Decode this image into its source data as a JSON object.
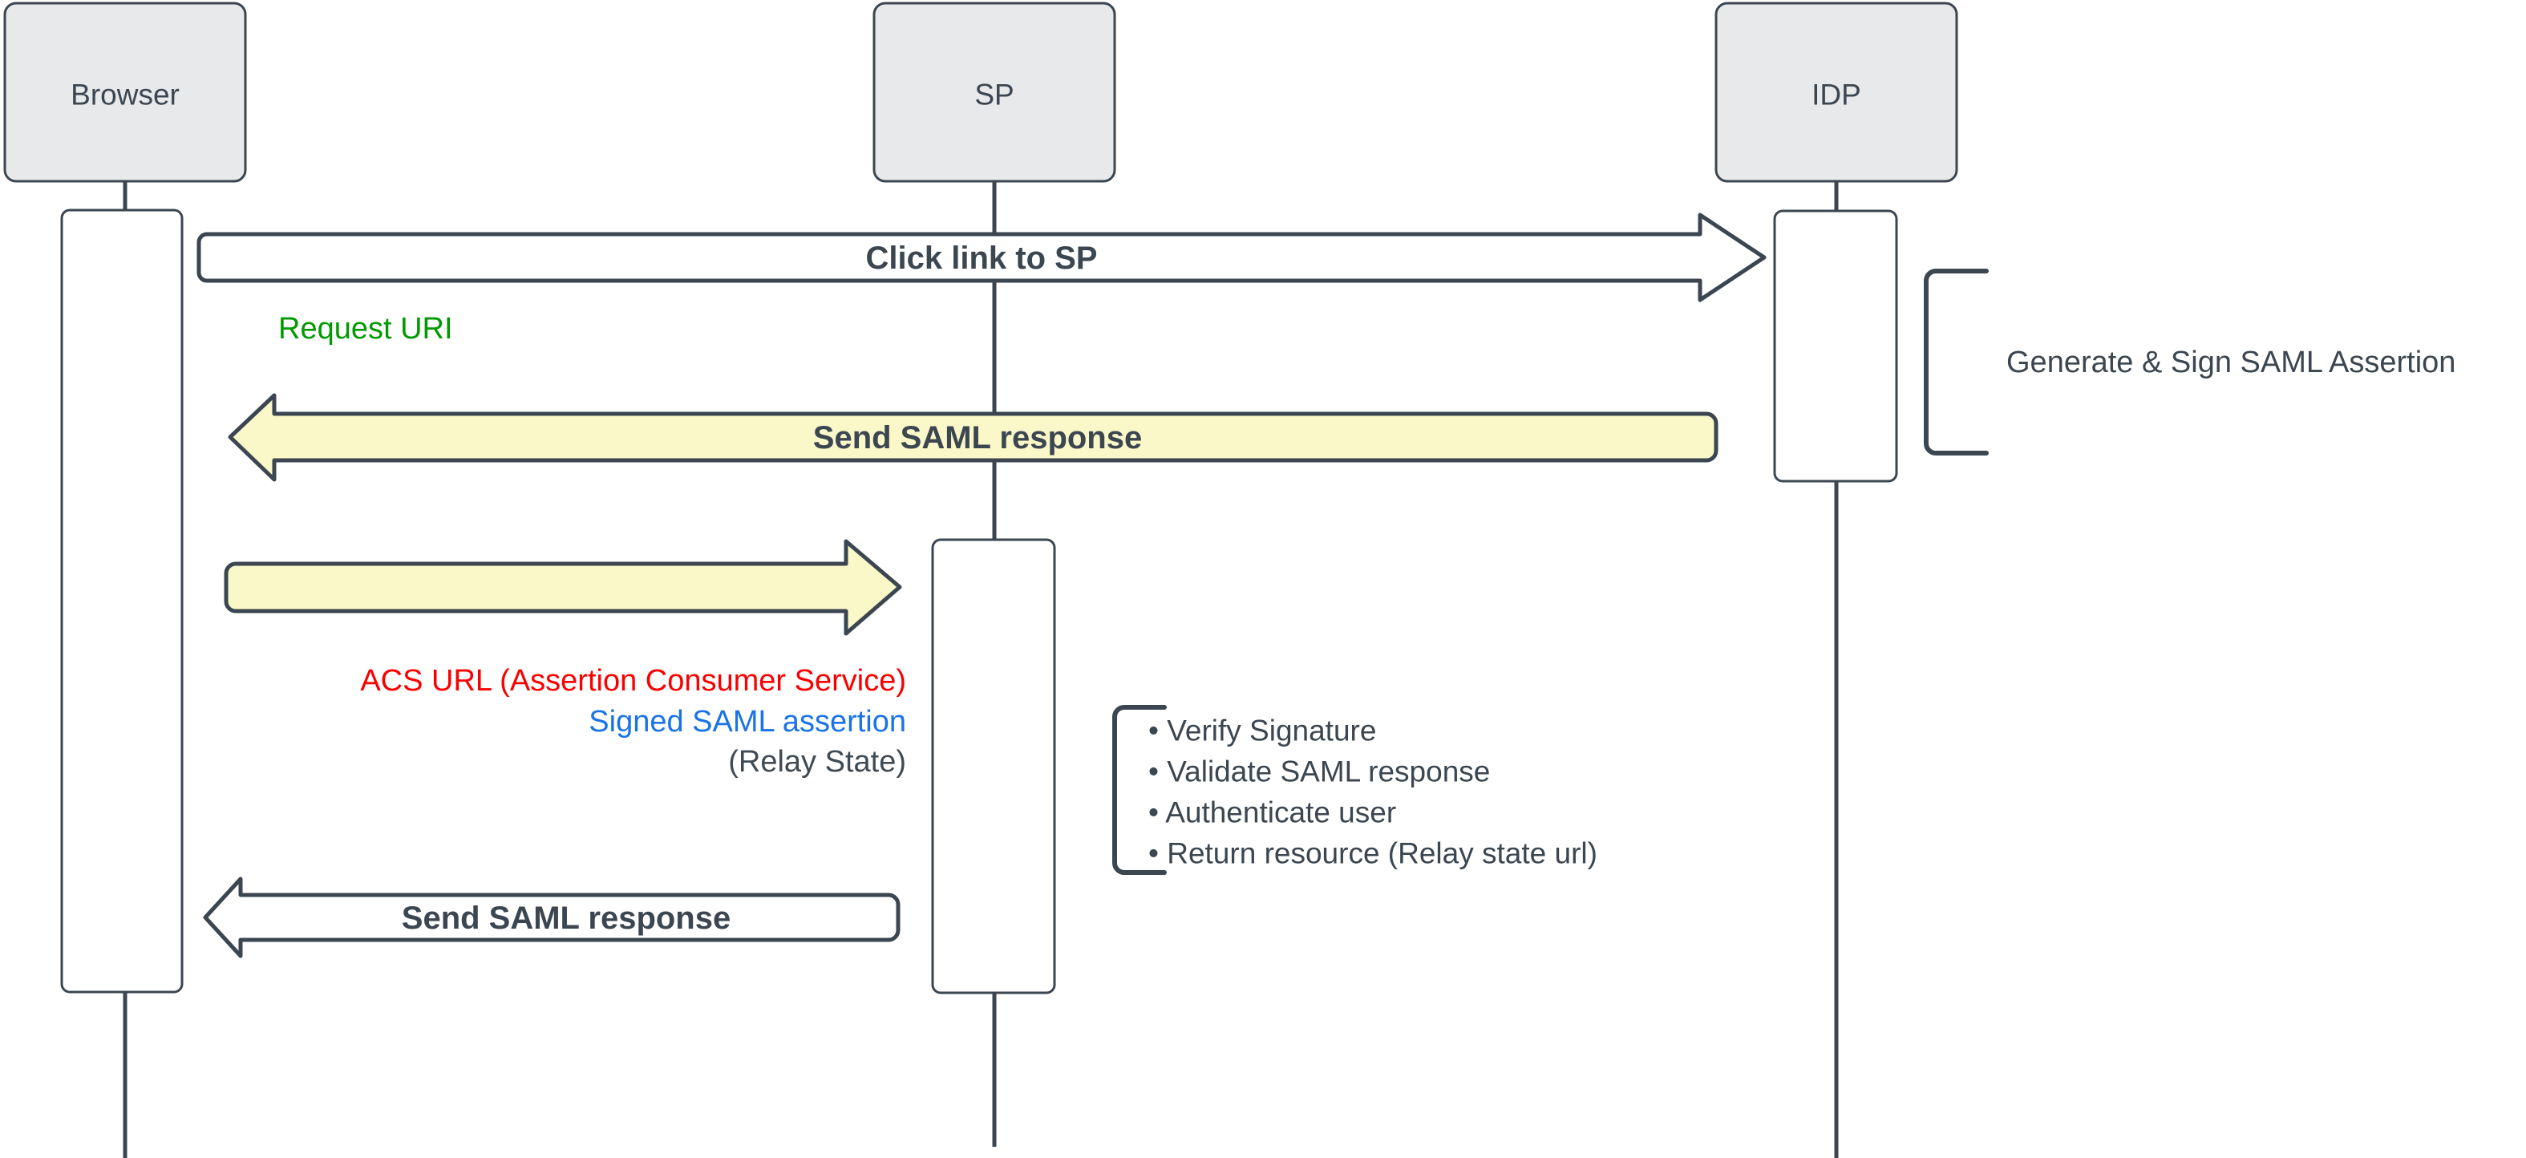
{
  "actors": {
    "browser": {
      "label": "Browser"
    },
    "sp": {
      "label": "SP"
    },
    "idp": {
      "label": "IDP"
    }
  },
  "messages": {
    "click_link": {
      "label": "Click link to SP"
    },
    "send_saml_response_idp": {
      "label": "Send SAML response"
    },
    "send_saml_response_sp": {
      "label": "Send SAML response"
    }
  },
  "annotations": {
    "request_uri": {
      "text": "Request URI",
      "color": "#009a00"
    },
    "acs_url": {
      "text": "ACS URL (Assertion Consumer Service)",
      "color": "#fa0000"
    },
    "signed_assertion": {
      "text": "Signed SAML assertion",
      "color": "#1a73e8"
    },
    "relay_state": {
      "text": "(Relay State)",
      "color": "#3f4a55"
    },
    "generate_sign": {
      "text": "Generate & Sign SAML Assertion"
    }
  },
  "sp_note": {
    "items": [
      "• Verify Signature",
      "• Validate SAML response",
      "• Authenticate user",
      "• Return resource (Relay state url)"
    ]
  },
  "colors": {
    "slate": "#3b4651",
    "actor_fill": "#e7e9eb",
    "white_fill": "#ffffff",
    "yellow": "#faf7c8"
  }
}
